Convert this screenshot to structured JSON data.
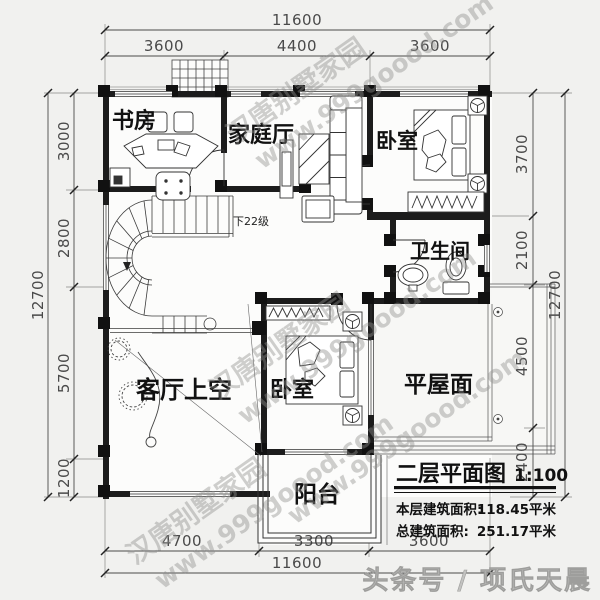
{
  "dims": {
    "top_total": "11600",
    "top_segs": [
      "3600",
      "4400",
      "3600"
    ],
    "bottom_segs": [
      "4700",
      "3300",
      "3600"
    ],
    "bottom_total": "11600",
    "left_total": "12700",
    "left_segs": [
      "3000",
      "2800",
      "5700",
      "1200"
    ],
    "right_segs": [
      "3700",
      "2100",
      "4500",
      "2400"
    ],
    "right_total": "12700"
  },
  "rooms": {
    "study": "书房",
    "family_hall": "家庭厅",
    "bedroom_top": "卧室",
    "bathroom": "卫生间",
    "living_void": "客厅上空",
    "bedroom_bottom": "卧室",
    "flat_roof": "平屋面",
    "balcony": "阳台"
  },
  "stairs": {
    "note": "下22级"
  },
  "title_block": {
    "title": "二层平面图",
    "scale": "1:100",
    "floor_area_label": "本层建筑面积:",
    "floor_area_value": "118.45平米",
    "total_area_label": "总建筑面积:",
    "total_area_value": "251.17平米"
  },
  "watermarks": {
    "brand": "汉唐别墅家园",
    "url": "www.999goood.com",
    "byline": "头条号 / 项氏天晨"
  },
  "colors": {
    "background": "#f1f1ef",
    "wall": "#1c1c1c",
    "thin_line": "#3a3a3a",
    "dim_text": "#4a4a4a",
    "watermark": "#8f8f8d",
    "byline": "#c2c2c0"
  }
}
